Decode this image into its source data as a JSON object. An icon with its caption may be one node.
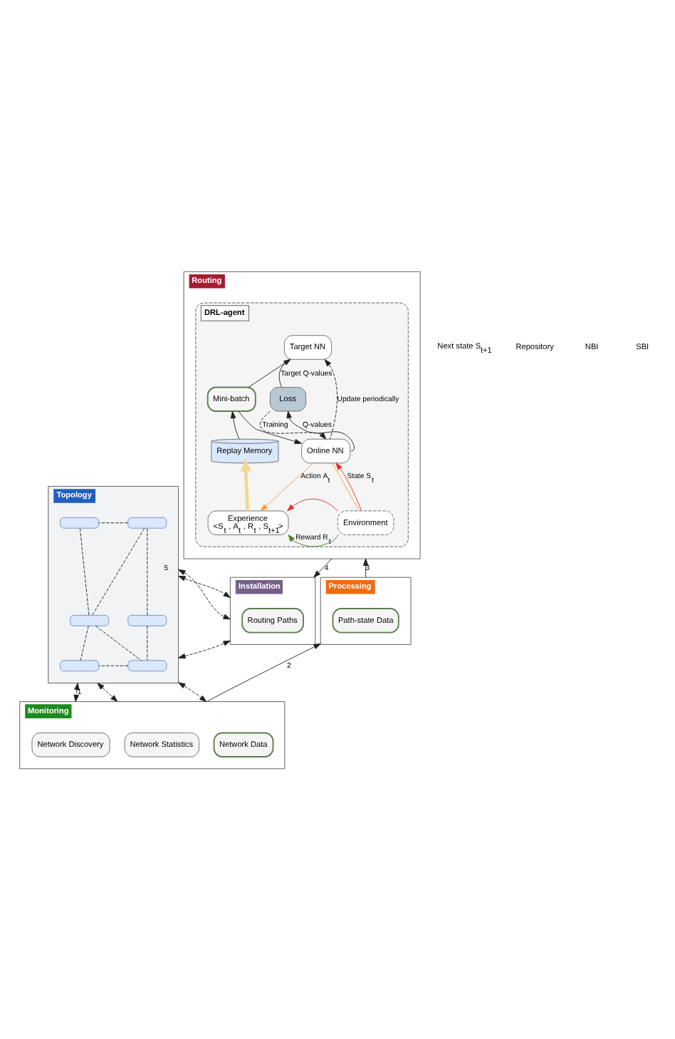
{
  "diagram": {
    "nodes": [
      {
        "text": [
          "Routing"
        ]
      },
      {
        "text": [
          "DRL-agent"
        ],
        "in": 0
      },
      {
        "text": [
          "Mini-batch"
        ],
        "in": 1
      },
      {
        "text": [
          "Target NN"
        ],
        "in": 1
      },
      {
        "text": [
          "Replay Memory"
        ],
        "in": 1
      },
      {
        "text": [
          "Loss"
        ],
        "in": 1
      },
      {
        "text": [
          "Online NN"
        ],
        "in": 1
      },
      {
        "text": [
          "Experience",
          "<S$_{t}$ , A$_{t}$ , R$_{t}$ , S$_{t+1}$>"
        ],
        "in": 1
      },
      {
        "text": [
          "Environment"
        ],
        "in": 1
      },
      {
        "text": [
          "Topology"
        ]
      },
      {
        "text": [],
        "shape": "box",
        "in": 9
      },
      {
        "text": [],
        "shape": "box",
        "in": 9
      },
      {
        "text": [],
        "shape": "box",
        "in": 9
      },
      {
        "text": [],
        "shape": "box",
        "in": 9
      },
      {
        "text": [],
        "shape": "box",
        "in": 9
      },
      {
        "text": [],
        "shape": "box",
        "in": 9
      },
      {
        "text": [
          "Installation"
        ]
      },
      {
        "text": [
          "Routing Paths"
        ],
        "in": 16
      },
      {
        "text": [
          "Processing"
        ]
      },
      {
        "text": [
          "Path-state Data"
        ],
        "in": 18
      },
      {
        "text": [
          "Monitoring"
        ]
      },
      {
        "text": [
          "Network Statistics"
        ],
        "in": 20
      },
      {
        "text": [
          "Network Discovery"
        ],
        "in": 20
      },
      {
        "text": [
          "Network Data"
        ],
        "in": 20
      }
    ],
    "edges": [
      {
        "from": 4,
        "to": 2,
        "arrow": "to"
      },
      {
        "from": 2,
        "to": 3,
        "arrow": "to"
      },
      {
        "from": 2,
        "to": 6,
        "arrow": "to"
      },
      {
        "from": 3,
        "to": 5,
        "label": "Target Q-values",
        "arrow": "none"
      },
      {
        "from": 6,
        "to": 3,
        "label": "Update periodically",
        "arrow": "to",
        "style": "dashed"
      },
      {
        "from": 6,
        "to": 5,
        "label": "Q-values",
        "arrow": "to"
      },
      {
        "from": 5,
        "to": 6,
        "label": "Training",
        "arrow": "to",
        "style": "dashed"
      },
      {
        "from": 7,
        "to": 4,
        "arrow": "to",
        "color": "#f0d890",
        "style": "thick"
      },
      {
        "from": 6,
        "to": 7,
        "label": "Action A$_{t}$",
        "arrow": "to",
        "color": "#f5a030"
      },
      {
        "from": 6,
        "to": 8,
        "arrow": "none",
        "color": "#f5a030"
      },
      {
        "from": 8,
        "to": 6,
        "label": "State S$_{t}$",
        "arrow": "to",
        "color": "#e8302a"
      },
      {
        "from": 8,
        "to": 7,
        "arrow": "to",
        "color": "#e8302a"
      },
      {
        "from": 8,
        "to": 7,
        "label": "Reward R$_{t}$",
        "arrow": "to",
        "color": "#4a7f2a"
      },
      {
        "from": 10,
        "to": 11,
        "arrow": "none",
        "style": "dashed"
      },
      {
        "from": 10,
        "to": 12,
        "arrow": "none",
        "style": "dashed"
      },
      {
        "from": 10,
        "to": 13,
        "arrow": "none",
        "style": "dashed"
      },
      {
        "from": 11,
        "to": 12,
        "arrow": "none",
        "style": "dashed"
      },
      {
        "from": 13,
        "to": 15,
        "arrow": "none",
        "style": "dashed"
      },
      {
        "from": 12,
        "to": 15,
        "arrow": "none",
        "style": "dashed"
      },
      {
        "from": 12,
        "to": 14,
        "arrow": "none",
        "style": "dashed"
      },
      {
        "from": 15,
        "to": 14,
        "arrow": "none",
        "style": "dashed"
      },
      {
        "from": 0,
        "to": 16,
        "label": "4",
        "arrow": "to"
      },
      {
        "from": 18,
        "to": 0,
        "label": "3",
        "arrow": "to"
      },
      {
        "from": 20,
        "to": 18,
        "label": "2",
        "arrow": "to"
      },
      {
        "from": 9,
        "to": 16,
        "label": "5",
        "arrow": "both",
        "style": "dashed"
      },
      {
        "from": 9,
        "to": 16,
        "arrow": "both",
        "style": "dashed"
      },
      {
        "from": 9,
        "to": 16,
        "arrow": "both",
        "style": "dashed"
      },
      {
        "from": 9,
        "to": 20,
        "arrow": "both",
        "style": "dashed"
      },
      {
        "from": 9,
        "to": 20,
        "label": "1",
        "arrow": "both",
        "style": "dashed"
      },
      {
        "from": 9,
        "to": 20,
        "arrow": "both",
        "style": "dashed"
      }
    ],
    "labels": [
      "Next state S$_{t+1}$"
    ],
    "legend": [
      {
        "text": "Repository"
      },
      {
        "text": "NBI"
      },
      {
        "text": "SBI"
      }
    ]
  }
}
